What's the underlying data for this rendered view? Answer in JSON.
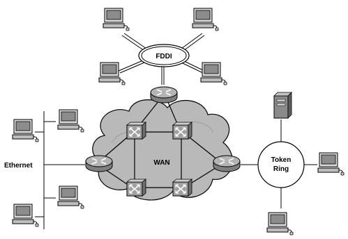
{
  "labels": {
    "fddi": "FDDI",
    "wan": "WAN",
    "ethernet": "Ethernet",
    "token_ring_line1": "Token",
    "token_ring_line2": "Ring"
  },
  "icons": {
    "workstation": "computer-workstation-icon",
    "router": "router-icon",
    "switch": "atm-switch-icon",
    "server": "server-tower-icon"
  },
  "colors": {
    "cloud": "#b9b9b9",
    "device": "#9a9a9a",
    "line": "#000000",
    "background": "#ffffff"
  }
}
